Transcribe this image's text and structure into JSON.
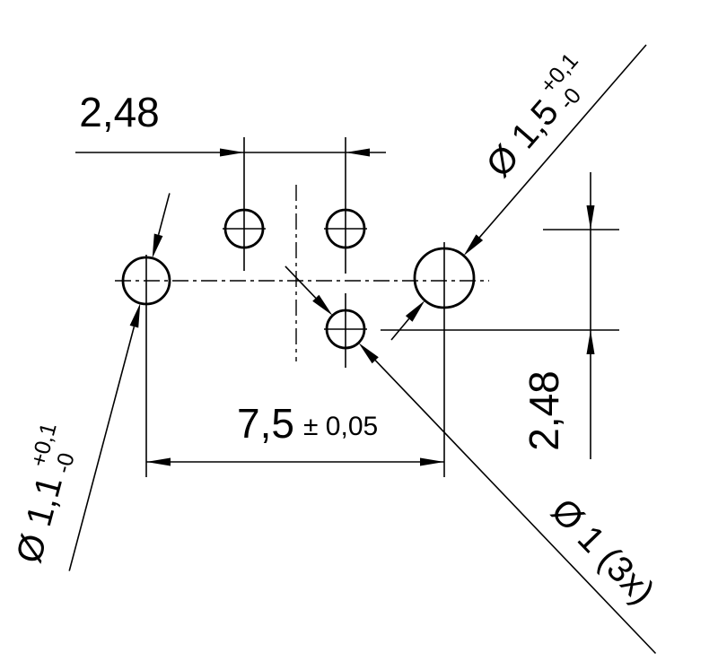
{
  "drawing": {
    "background": "#ffffff",
    "line_color": "#000000",
    "dimensions": {
      "pitch_horizontal_top": "2,48",
      "pitch_vertical_right": "2,48",
      "span_value": "7,5",
      "span_tolerance": "± 0,05"
    },
    "callouts": {
      "large_hole": {
        "text": "Ø 1,5",
        "tol_plus": "+0,1",
        "tol_minus": "-0"
      },
      "left_hole": {
        "text": "Ø 1,1",
        "tol_plus": "+0,1",
        "tol_minus": "-0"
      },
      "small_holes": {
        "text": "Ø 1 (3x)"
      }
    }
  }
}
